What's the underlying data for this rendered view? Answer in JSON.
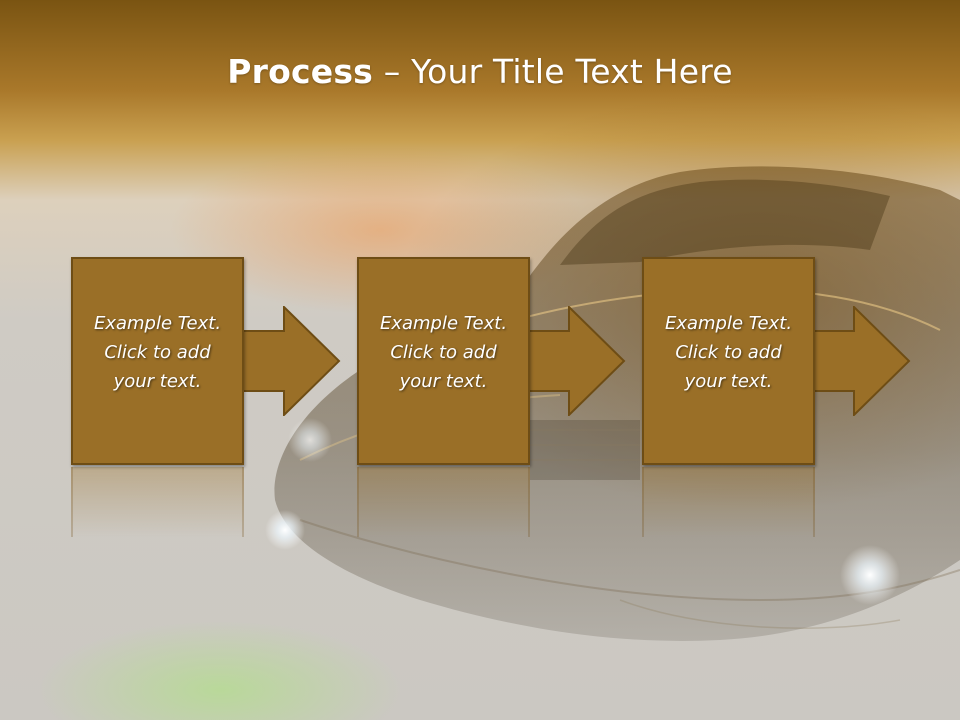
{
  "slide": {
    "title_bold": "Process",
    "title_rest": " – Your Title Text Here",
    "steps": [
      {
        "line1": "Example Text.",
        "line2": "Click  to add",
        "line3": "your text."
      },
      {
        "line1": "Example Text.",
        "line2": "Click  to add",
        "line3": "your text."
      },
      {
        "line1": "Example Text.",
        "line2": "Click  to add",
        "line3": "your text."
      }
    ]
  },
  "colors": {
    "box_fill": "#9a6f27",
    "box_border": "#6e4d15",
    "title_text": "#ffffff",
    "step_text": "#ffffff"
  },
  "icons": [
    "right-arrow-icon"
  ]
}
